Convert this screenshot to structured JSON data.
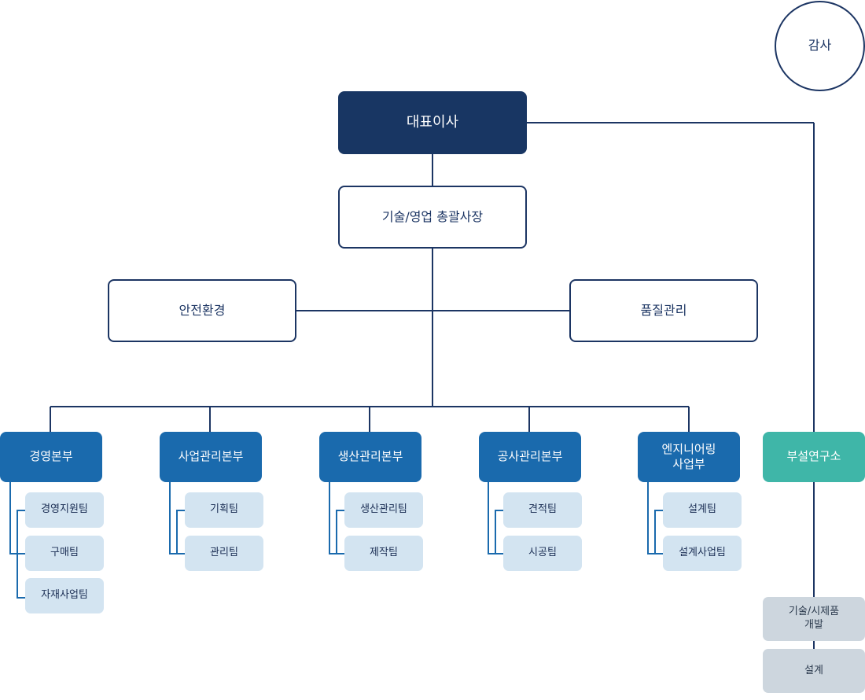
{
  "audit": "감사",
  "ceo": "대표이사",
  "general_manager": "기술/영업 총괄사장",
  "staff_left": "안전환경",
  "staff_right": "품질관리",
  "divisions": [
    {
      "name": "경영본부",
      "teams": [
        "경영지원팀",
        "구매팀",
        "자재사업팀"
      ]
    },
    {
      "name": "사업관리본부",
      "teams": [
        "기획팀",
        "관리팀"
      ]
    },
    {
      "name": "생산관리본부",
      "teams": [
        "생산관리팀",
        "제작팀"
      ]
    },
    {
      "name": "공사관리본부",
      "teams": [
        "견적팀",
        "시공팀"
      ]
    },
    {
      "name": "엔지니어링\n사업부",
      "teams": [
        "설계팀",
        "설계사업팀"
      ]
    }
  ],
  "research_lab": {
    "name": "부설연구소",
    "teams": [
      "기술/시제품\n개발",
      "설계"
    ]
  },
  "colors": {
    "navy": "#183663",
    "division_blue": "#1a6aad",
    "lab_teal": "#3fb6a8",
    "team_light": "#d3e4f1",
    "lab_team_gray": "#cdd6de"
  }
}
